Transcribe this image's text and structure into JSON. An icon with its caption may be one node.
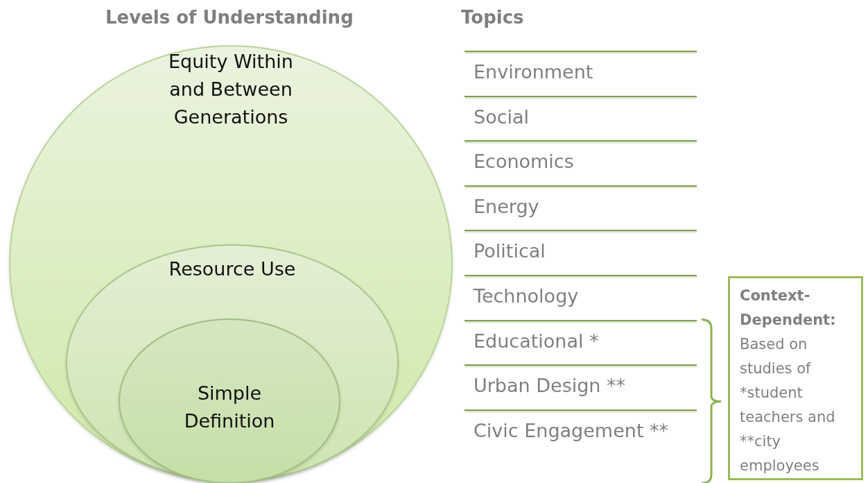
{
  "diagram": {
    "nodes": [
      {
        "text": [
          "Equity Within and Between Generations"
        ]
      },
      {
        "text": [
          "Resource Use"
        ],
        "in": 0
      },
      {
        "text": [
          "Simple Definition"
        ],
        "in": 1
      },
      {
        "text": [
          "Context-Dependent:",
          "Based on studies of *student teachers and **city employees"
        ]
      }
    ],
    "labels": [
      "Levels of Understanding",
      "Topics",
      "Environment",
      "Social",
      "Economics",
      "Energy",
      "Political",
      "Technology",
      "Educational *",
      "Urban Design **",
      "Civic Engagement **"
    ]
  }
}
